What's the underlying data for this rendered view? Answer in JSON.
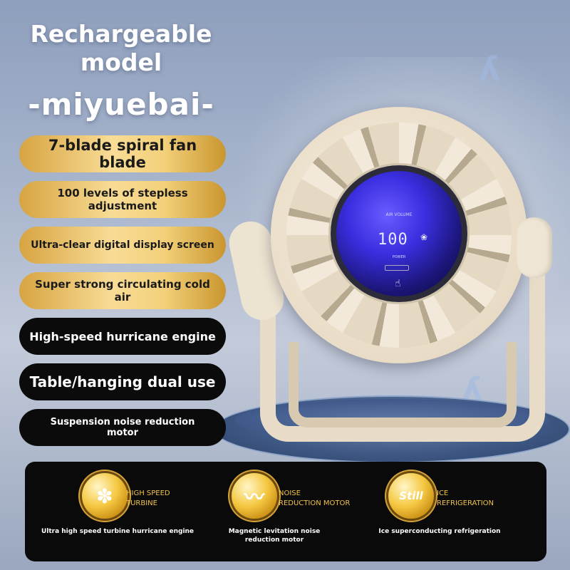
{
  "header": {
    "title_line1": "Rechargeable",
    "title_line2": "model",
    "brand": "-miyuebai-"
  },
  "features": [
    {
      "label": "7-blade spiral fan blade",
      "style": "gold",
      "size": 21
    },
    {
      "label": "100 levels of stepless adjustment",
      "style": "gold",
      "size": 15
    },
    {
      "label": "Ultra-clear digital display screen",
      "style": "gold",
      "size": 14
    },
    {
      "label": "Super strong circulating cold air",
      "style": "gold",
      "size": 15
    },
    {
      "label": "High-speed hurricane engine",
      "style": "dark",
      "size": 16
    },
    {
      "label": "Table/hanging dual use",
      "style": "dark",
      "size": 20
    },
    {
      "label": "Suspension noise reduction motor",
      "style": "dark",
      "size": 13
    }
  ],
  "fan_screen": {
    "air_volume_label": "AIR VOLUME",
    "digits": "100",
    "power_label": "POWER"
  },
  "tech": [
    {
      "icon": "fan-blade-icon",
      "glyph": "✽",
      "name_line1": "HIGH SPEED",
      "name_line2": "TURBINE",
      "desc": "Ultra high speed turbine hurricane engine"
    },
    {
      "icon": "waveform-icon",
      "glyph": "〰",
      "name_line1": "NOISE",
      "name_line2": "REDUCTION MOTOR",
      "desc_line1": "Magnetic levitation noise",
      "desc_line2": "reduction motor"
    },
    {
      "icon": "still-badge-icon",
      "glyph": "Still",
      "name_line1": "ICE",
      "name_line2": "REFRIGERATION",
      "desc": "Ice superconducting refrigeration"
    }
  ],
  "colors": {
    "gold": "#f1c24e",
    "dark_pill": "#0b0b0b",
    "screen_blue": "#3a2ee0"
  }
}
